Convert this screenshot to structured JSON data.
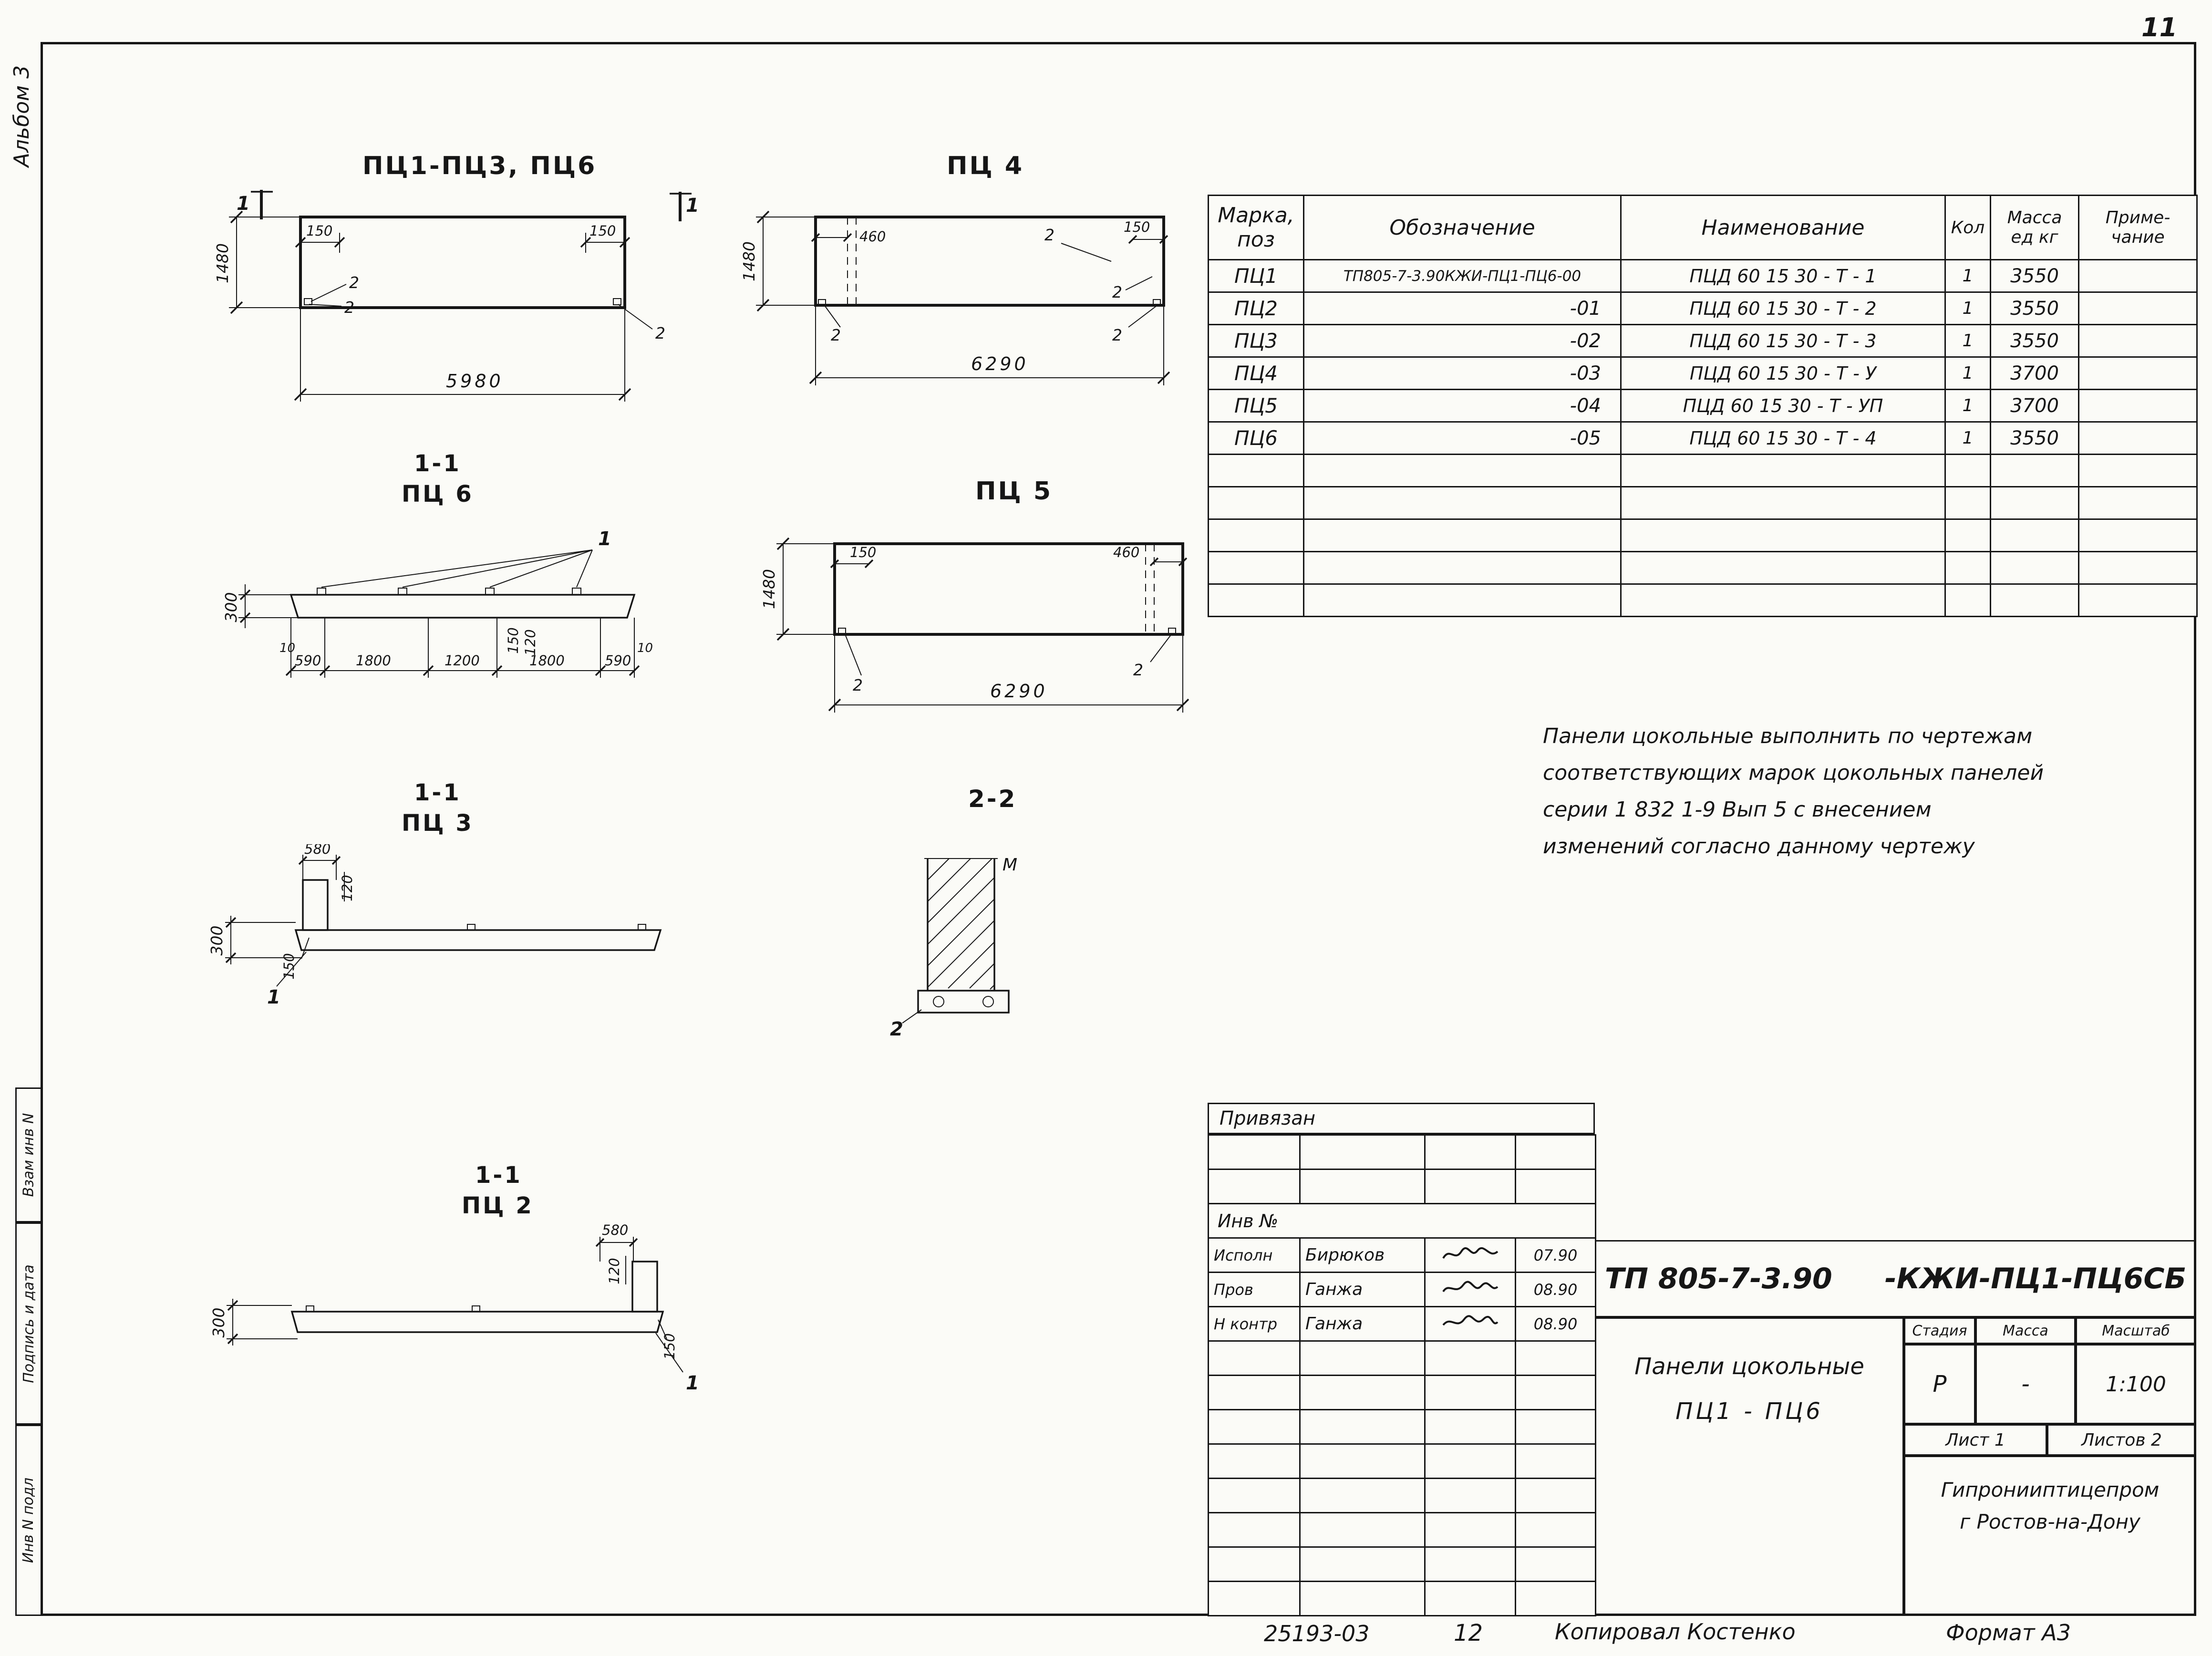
{
  "page": {
    "number": "11",
    "album": "Альбом 3"
  },
  "sidebar": {
    "vzam": "Взам инв N",
    "podpis": "Подпись и дата",
    "inv": "Инв N подл"
  },
  "footer": {
    "doc": "25193-03",
    "num": "12",
    "copied": "Копировал Костенко",
    "format": "Формат А3"
  },
  "note": {
    "line1": "Панели цокольные выполнить по чертежам",
    "line2": "соответствующих марок цокольных панелей",
    "line3": "серии 1 832 1-9  Вып 5  с внесением",
    "line4": "изменений согласно данному чертежу"
  },
  "spec_table": {
    "header": {
      "mark1": "Марка,",
      "mark2": "поз",
      "oboz": "Обозначение",
      "naim": "Наименование",
      "kol": "Кол",
      "massa1": "Масса",
      "massa2": "ед кг",
      "prim1": "Приме-",
      "prim2": "чание"
    },
    "rows": [
      {
        "mark": "ПЦ1",
        "oboz": "ТП805-7-3.90КЖИ-ПЦ1-ПЦ6-00",
        "naim": "ПЦД 60 15 30 - Т - 1",
        "kol": "1",
        "massa": "3550"
      },
      {
        "mark": "ПЦ2",
        "oboz": "-01",
        "naim": "ПЦД 60 15 30 - Т - 2",
        "kol": "1",
        "massa": "3550"
      },
      {
        "mark": "ПЦ3",
        "oboz": "-02",
        "naim": "ПЦД 60 15 30 - Т - 3",
        "kol": "1",
        "massa": "3550"
      },
      {
        "mark": "ПЦ4",
        "oboz": "-03",
        "naim": "ПЦД 60 15 30 - Т - У",
        "kol": "1",
        "massa": "3700"
      },
      {
        "mark": "ПЦ5",
        "oboz": "-04",
        "naim": "ПЦД 60 15 30 - Т - УП",
        "kol": "1",
        "massa": "3700"
      },
      {
        "mark": "ПЦ6",
        "oboz": "-05",
        "naim": "ПЦД 60 15 30 - Т - 4",
        "kol": "1",
        "massa": "3550"
      }
    ]
  },
  "elev136": {
    "title": "ПЦ1-ПЦ3, ПЦ6",
    "h": "1480",
    "len": "5980",
    "d150l": "150",
    "d150r": "150",
    "sec1l": "1",
    "sec1r": "1",
    "m2a": "2",
    "m2b": "2",
    "m2c": "2"
  },
  "elev4": {
    "title": "ПЦ 4",
    "h": "1480",
    "len": "6290",
    "d460": "460",
    "d150": "150",
    "m2a": "2",
    "m2b": "2",
    "m2c": "2",
    "m2d": "2"
  },
  "elev5": {
    "title": "ПЦ 5",
    "h": "1480",
    "len": "6290",
    "d150": "150",
    "d460": "460",
    "m2a": "2",
    "m2b": "2"
  },
  "sec6": {
    "t1": "1-1",
    "t2": "ПЦ 6",
    "d300": "300",
    "lead": "1",
    "d10l": "10",
    "d10r": "10",
    "c1": "590",
    "c2": "1800",
    "c3": "1200",
    "c4": "1800",
    "c5": "590",
    "d120": "120",
    "d150": "150"
  },
  "sec3": {
    "t1": "1-1",
    "t2": "ПЦ 3",
    "d580": "580",
    "d120": "120",
    "d150": "150",
    "d300": "300",
    "lead": "1"
  },
  "sec22": {
    "title": "2-2",
    "m": "М",
    "lead": "2"
  },
  "sec2": {
    "t1": "1-1",
    "t2": "ПЦ 2",
    "d580": "580",
    "d120": "120",
    "d150": "150",
    "d300": "300",
    "lead": "1"
  },
  "titleblock": {
    "privyazan": "Привязан",
    "inv_no": "Инв №",
    "sign_rows": [
      {
        "role": "Исполн",
        "name": "Бирюков",
        "date": "07.90"
      },
      {
        "role": "Пров",
        "name": "Ганжа",
        "date": "08.90"
      },
      {
        "role": "Н контр",
        "name": "Ганжа",
        "date": "08.90"
      }
    ],
    "code1": "ТП 805-7-3.90",
    "code2": "-КЖИ-ПЦ1-ПЦ6СБ",
    "title1": "Панели цокольные",
    "title2": "ПЦ1 - ПЦ6",
    "stage_h": "Стадия",
    "mass_h": "Масса",
    "scale_h": "Масштаб",
    "stage": "Р",
    "mass": "-",
    "scale": "1:100",
    "sheet": "Лист 1",
    "sheets": "Листов 2",
    "org1": "Гипронииптицепром",
    "org2": "г Ростов-на-Дону"
  }
}
